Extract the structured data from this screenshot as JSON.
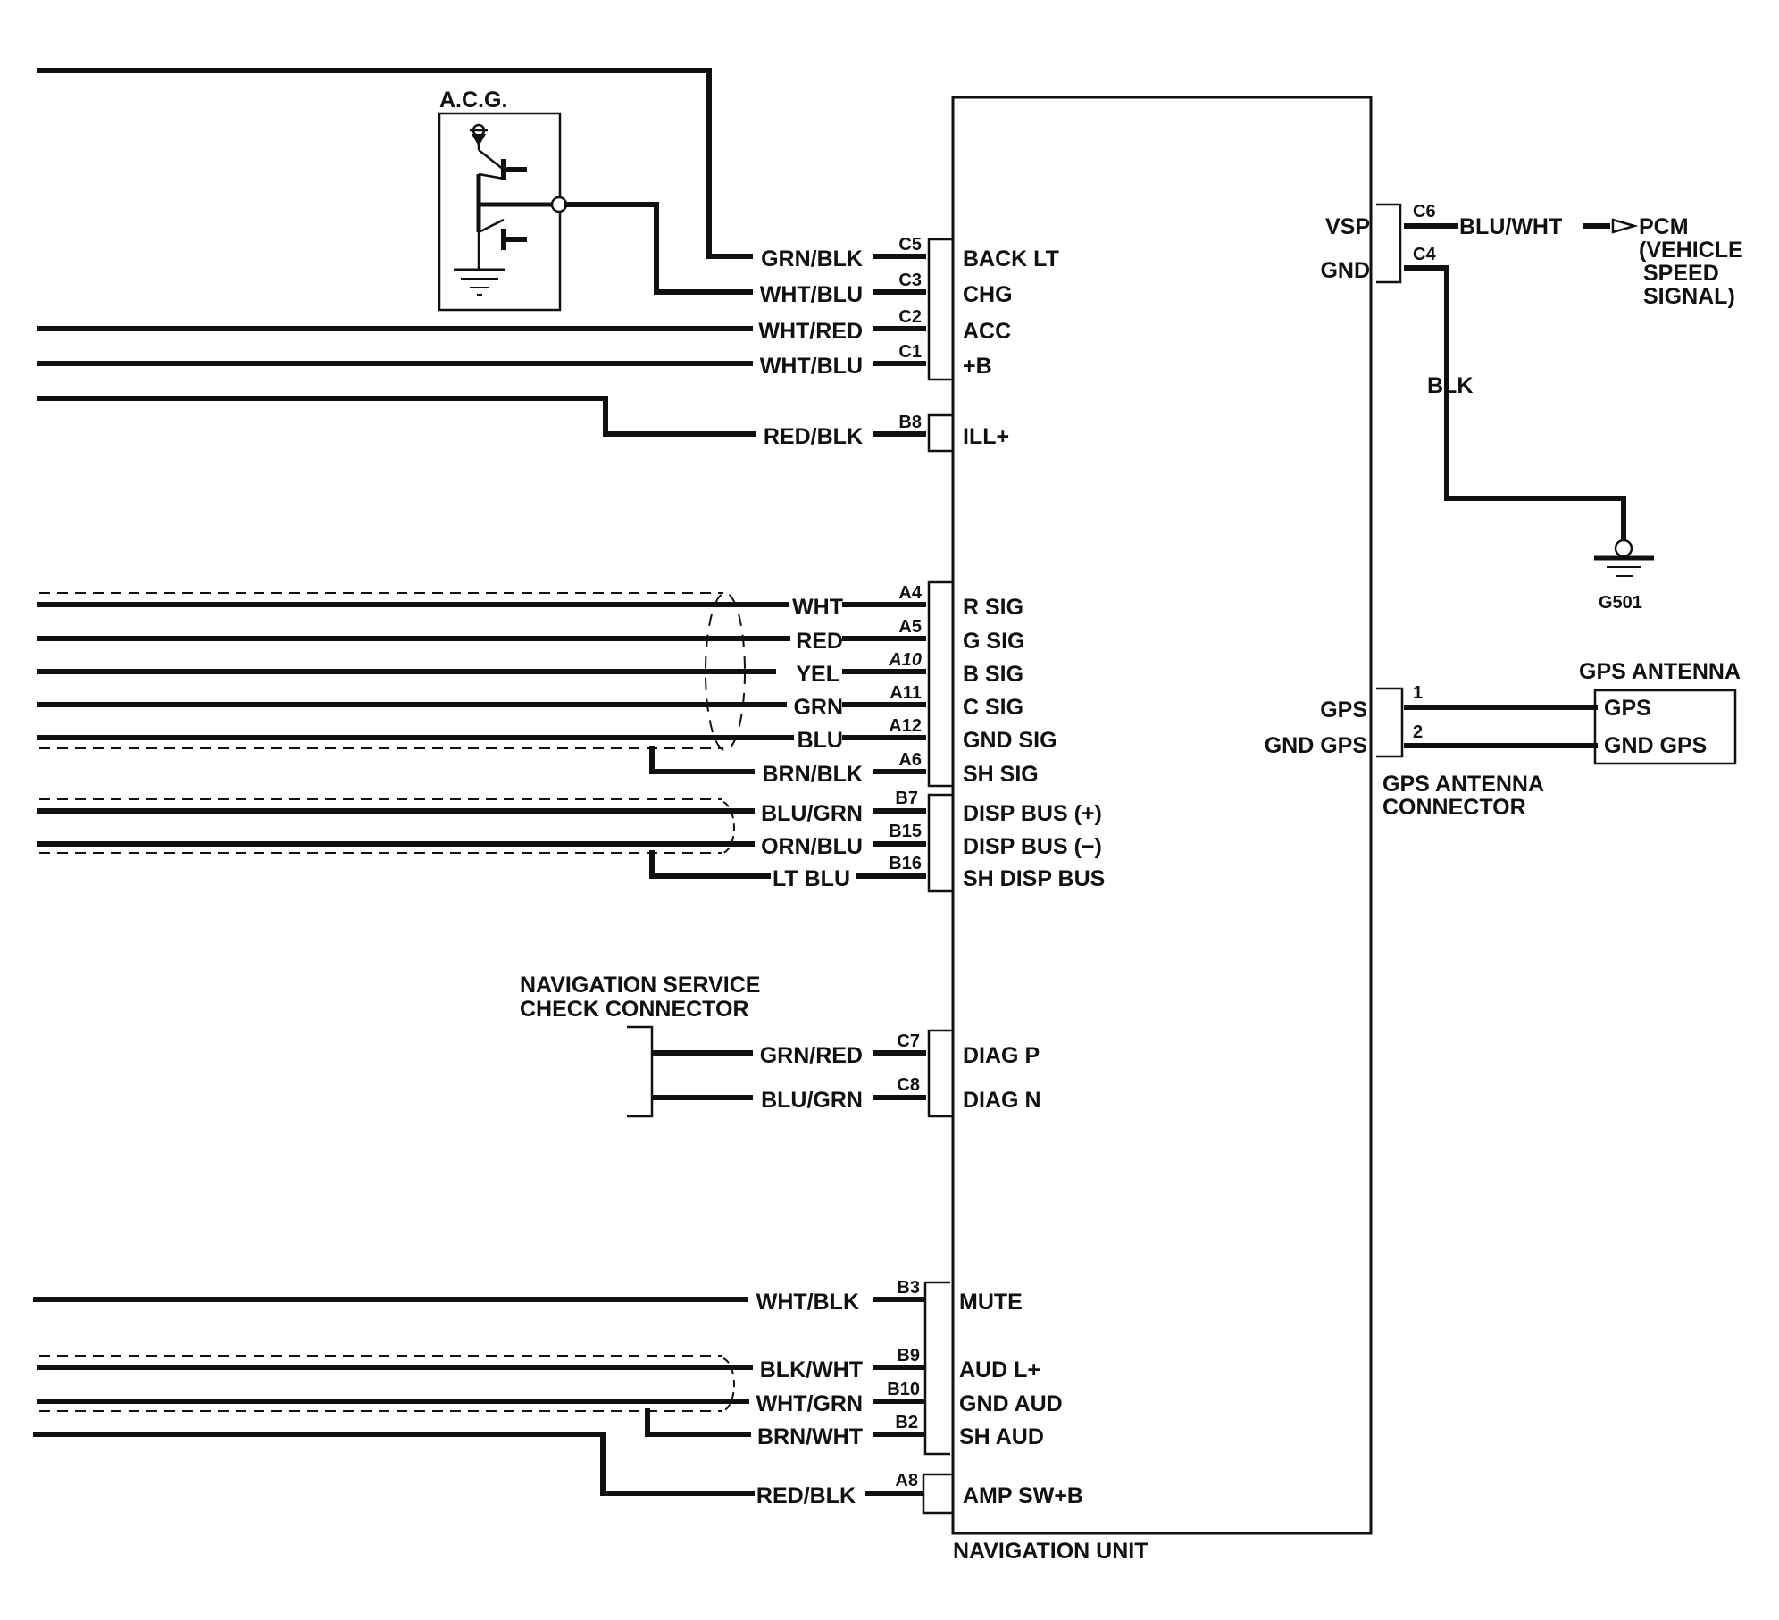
{
  "acg": {
    "label": "A.C.G."
  },
  "navigation_unit": {
    "label": "NAVIGATION UNIT"
  },
  "connector_c": [
    {
      "wire": "GRN/BLK",
      "pin": "C5",
      "terminal": "BACK LT"
    },
    {
      "wire": "WHT/BLU",
      "pin": "C3",
      "terminal": "CHG"
    },
    {
      "wire": "WHT/RED",
      "pin": "C2",
      "terminal": "ACC"
    },
    {
      "wire": "WHT/BLU",
      "pin": "C1",
      "terminal": "+B"
    }
  ],
  "ill": {
    "wire": "RED/BLK",
    "pin": "B8",
    "terminal": "ILL+"
  },
  "rgb_signals": [
    {
      "wire": "WHT",
      "pin": "A4",
      "terminal": "R SIG"
    },
    {
      "wire": "RED",
      "pin": "A5",
      "terminal": "G SIG"
    },
    {
      "wire": "YEL",
      "pin": "A10",
      "terminal": "B SIG"
    },
    {
      "wire": "GRN",
      "pin": "A11",
      "terminal": "C SIG"
    },
    {
      "wire": "BLU",
      "pin": "A12",
      "terminal": "GND SIG"
    },
    {
      "wire": "BRN/BLK",
      "pin": "A6",
      "terminal": "SH SIG"
    }
  ],
  "display_bus": [
    {
      "wire": "BLU/GRN",
      "pin": "B7",
      "terminal": "DISP BUS (+)"
    },
    {
      "wire": "ORN/BLU",
      "pin": "B15",
      "terminal": "DISP BUS (−)"
    },
    {
      "wire": "LT BLU",
      "pin": "B16",
      "terminal": "SH DISP BUS"
    }
  ],
  "service_check": {
    "title_line1": "NAVIGATION SERVICE",
    "title_line2": "CHECK CONNECTOR",
    "rows": [
      {
        "wire": "GRN/RED",
        "pin": "C7",
        "terminal": "DIAG P"
      },
      {
        "wire": "BLU/GRN",
        "pin": "C8",
        "terminal": "DIAG N"
      }
    ]
  },
  "audio": [
    {
      "wire": "WHT/BLK",
      "pin": "B3",
      "terminal": "MUTE"
    },
    {
      "wire": "BLK/WHT",
      "pin": "B9",
      "terminal": "AUD L+"
    },
    {
      "wire": "WHT/GRN",
      "pin": "B10",
      "terminal": "GND AUD"
    },
    {
      "wire": "BRN/WHT",
      "pin": "B2",
      "terminal": "SH AUD"
    }
  ],
  "amp": {
    "wire": "RED/BLK",
    "pin": "A8",
    "terminal": "AMP SW+B"
  },
  "vsp": {
    "terminal": "VSP",
    "pin": "C6",
    "wire": "BLU/WHT",
    "dest_line1": "PCM",
    "dest_line2": "(VEHICLE",
    "dest_line3": "SPEED",
    "dest_line4": "SIGNAL)"
  },
  "gnd": {
    "terminal": "GND",
    "pin": "C4",
    "wire": "BLK",
    "ground": "G501"
  },
  "gps": {
    "terminals": [
      "GPS",
      "GND GPS"
    ],
    "pins": [
      "1",
      "2"
    ],
    "connector_line1": "GPS ANTENNA",
    "connector_line2": "CONNECTOR",
    "antenna_label": "GPS ANTENNA",
    "antenna_terminals": [
      "GPS",
      "GND GPS"
    ]
  }
}
